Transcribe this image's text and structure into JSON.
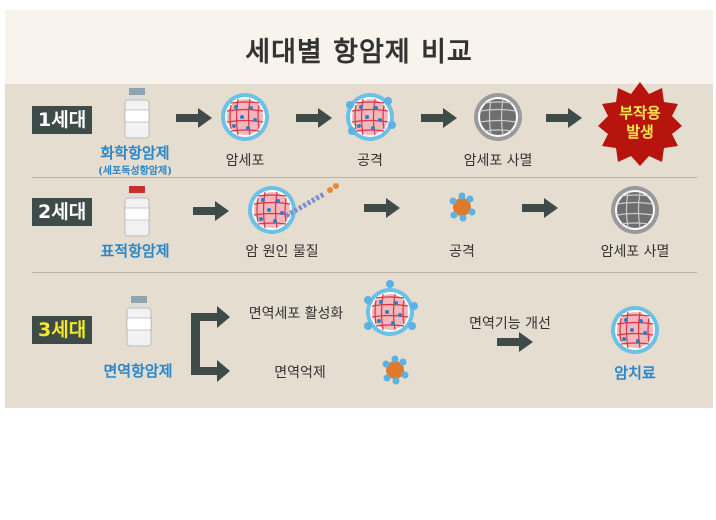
{
  "title": "세대별 항암제 비교",
  "rows": [
    {
      "generation": "1세대",
      "drug": "화학항암제",
      "drug_sub": "(세포독성항암제)",
      "steps": [
        "암세포",
        "공격",
        "암세포 사멸"
      ],
      "result": "부작용 발생"
    },
    {
      "generation": "2세대",
      "drug": "표적항암제",
      "steps": [
        "암 원인 물질",
        "공격",
        "암세포 사멸"
      ]
    },
    {
      "generation": "3세대",
      "drug": "면역항암제",
      "branches": [
        "면역세포 활성화",
        "면역억제"
      ],
      "improve": "면역기능 개선",
      "result": "암치료"
    }
  ],
  "colors": {
    "label_bg": "#3f4b48",
    "drug_blue": "#2b87c9",
    "gen3_yellow": "#f3e92a",
    "starburst": "#b8140e"
  }
}
